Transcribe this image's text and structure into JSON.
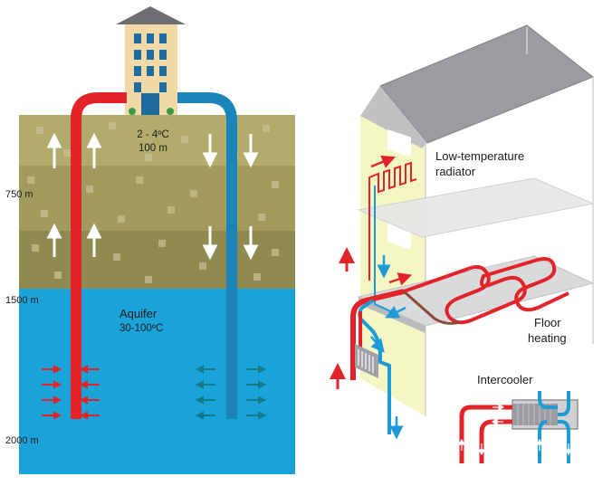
{
  "surface": {
    "temp": "2 - 4ºC",
    "depth": "100 m"
  },
  "depths": [
    "750 m",
    "1500 m",
    "2000 m"
  ],
  "aquifer": {
    "name": "Aquifer",
    "temp": "30-100ºC"
  },
  "house": {
    "radiator": [
      "Low-temperature",
      "radiator"
    ],
    "floor": [
      "Floor",
      "heating"
    ],
    "intercooler": "Intercooler"
  },
  "colors": {
    "hot_pipe": "#e3232a",
    "cold_pipe": "#1e9bd7",
    "aquifer": "#1aa3d9",
    "soil_upper": "#a8a064",
    "soil_lower": "#8f8a52",
    "building": "#f2d9a8",
    "roof": "#8e9094",
    "wall": "#f4f7c4"
  }
}
